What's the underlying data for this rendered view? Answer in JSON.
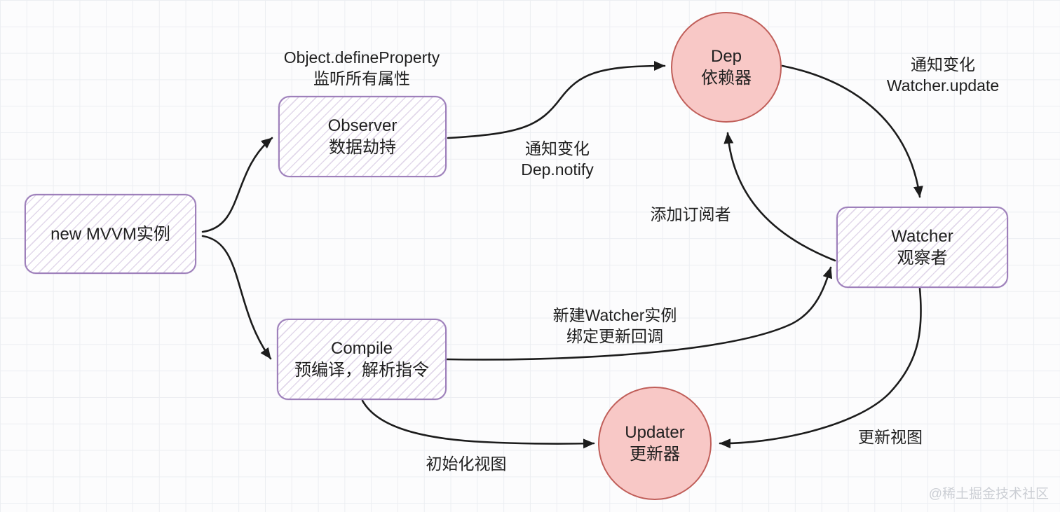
{
  "diagram": {
    "title_hint": "MVVM reactive flow diagram",
    "nodes": {
      "mvvm": {
        "line1": "new MVVM实例",
        "line2": ""
      },
      "observer": {
        "line1": "Observer",
        "line2": "数据劫持"
      },
      "compile": {
        "line1": "Compile",
        "line2": "预编译，解析指令"
      },
      "dep": {
        "line1": "Dep",
        "line2": "依赖器"
      },
      "watcher": {
        "line1": "Watcher",
        "line2": "观察者"
      },
      "updater": {
        "line1": "Updater",
        "line2": "更新器"
      }
    },
    "labels": {
      "define_property": {
        "line1": "Object.defineProperty",
        "line2": "监听所有属性"
      },
      "dep_notify": {
        "line1": "通知变化",
        "line2": "Dep.notify"
      },
      "watcher_update": {
        "line1": "通知变化",
        "line2": "Watcher.update"
      },
      "add_subscriber": {
        "line1": "添加订阅者",
        "line2": ""
      },
      "new_watcher": {
        "line1": "新建Watcher实例",
        "line2": "绑定更新回调"
      },
      "init_view": {
        "line1": "初始化视图",
        "line2": ""
      },
      "update_view": {
        "line1": "更新视图",
        "line2": ""
      }
    },
    "watermark": "@稀土掘金技术社区",
    "colors": {
      "box_border": "#9e80bb",
      "box_hatch": "#b79ad1",
      "circle_border": "#c05e59",
      "circle_fill": "#f8c8c6",
      "arrow": "#1c1c1c",
      "grid": "#eceef2",
      "text": "#1f1f1f",
      "watermark": "#cbced4"
    }
  }
}
